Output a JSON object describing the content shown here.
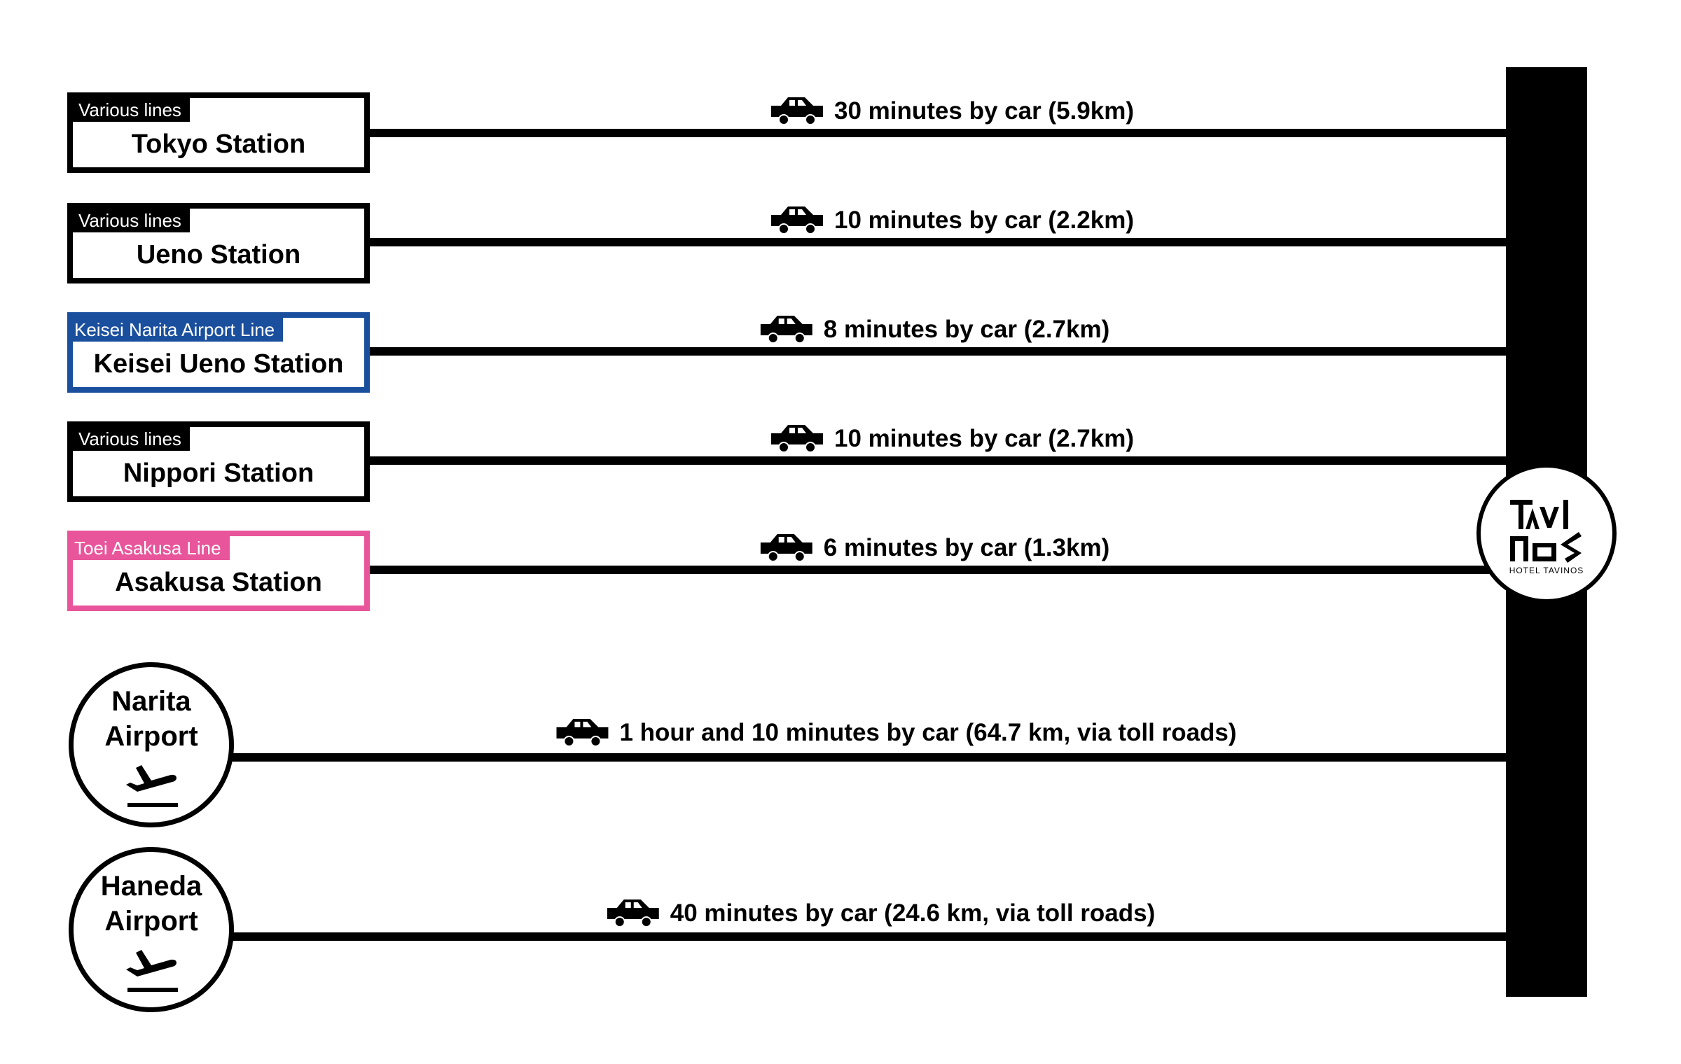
{
  "hotel": {
    "logo_text_top": "TAVI",
    "logo_text_bottom": "NOS",
    "logo_subtitle": "HOTEL TAVINOS"
  },
  "colors": {
    "default_line": "#000000",
    "keisei": "#1a4f9e",
    "toei_asakusa": "#e8559a"
  },
  "stations": [
    {
      "tag": "Various lines",
      "name": "Tokyo Station",
      "color": "#000000",
      "travel": "30 minutes by car (5.9km)"
    },
    {
      "tag": "Various lines",
      "name": "Ueno Station",
      "color": "#000000",
      "travel": "10 minutes by car (2.2km)"
    },
    {
      "tag": "Keisei Narita Airport Line",
      "name": "Keisei Ueno Station",
      "color": "#1a4f9e",
      "travel": "8 minutes by car (2.7km)"
    },
    {
      "tag": "Various lines",
      "name": "Nippori Station",
      "color": "#000000",
      "travel": "10 minutes by car (2.7km)"
    },
    {
      "tag": "Toei Asakusa Line",
      "name": "Asakusa Station",
      "color": "#e8559a",
      "travel": "6 minutes by car (1.3km)"
    }
  ],
  "airports": [
    {
      "name": "Narita\nAirport",
      "icon": "airplane-departure-icon",
      "travel": "1 hour and 10 minutes by car (64.7 km, via toll roads)"
    },
    {
      "name": "Haneda\nAirport",
      "icon": "airplane-departure-icon",
      "travel": "40 minutes by car (24.6 km, via toll roads)"
    }
  ],
  "icons": {
    "travel_mode": "car-icon"
  }
}
